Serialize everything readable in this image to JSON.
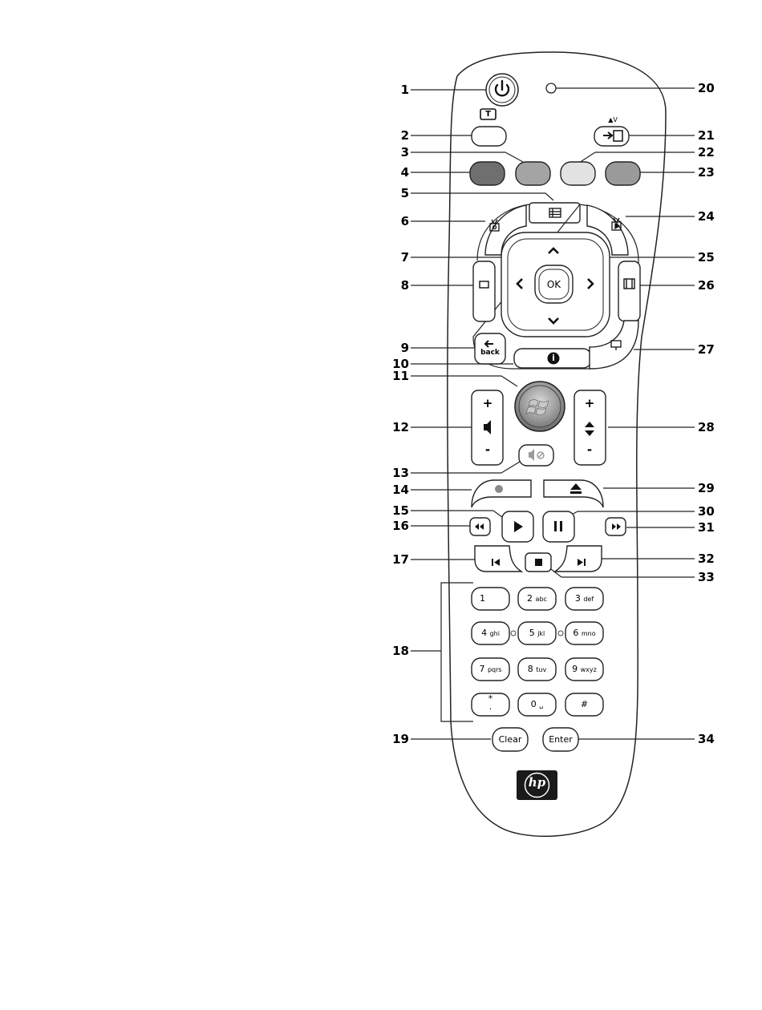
{
  "callouts_left": [
    "1",
    "2",
    "3",
    "4",
    "5",
    "6",
    "7",
    "8",
    "9",
    "10",
    "11",
    "12",
    "13",
    "14",
    "15",
    "16",
    "17",
    "18",
    "19"
  ],
  "callouts_right": [
    "20",
    "21",
    "22",
    "23",
    "24",
    "25",
    "26",
    "27",
    "28",
    "29",
    "30",
    "31",
    "32",
    "33",
    "34"
  ],
  "buttons": {
    "power_icon": "power-icon",
    "teletext_icon_text": "T",
    "aspect_label": "▲V",
    "guide_icon": "grid-icon",
    "ok_label": "OK",
    "back_label": "back",
    "info_label": "i",
    "vol_plus": "+",
    "vol_minus": "-",
    "ch_plus": "+",
    "ch_minus": "-",
    "keypad": [
      {
        "num": "1",
        "letters": ""
      },
      {
        "num": "2",
        "letters": "abc"
      },
      {
        "num": "3",
        "letters": "def"
      },
      {
        "num": "4",
        "letters": "ghi"
      },
      {
        "num": "5",
        "letters": "jkl"
      },
      {
        "num": "6",
        "letters": "mno"
      },
      {
        "num": "7",
        "letters": "pqrs"
      },
      {
        "num": "8",
        "letters": "tuv"
      },
      {
        "num": "9",
        "letters": "wxyz"
      },
      {
        "num": "*",
        "letters": "."
      },
      {
        "num": "0",
        "letters": "␣"
      },
      {
        "num": "#",
        "letters": ""
      }
    ],
    "clear_label": "Clear",
    "enter_label": "Enter"
  },
  "colors": {
    "red_button": "#6f6f6f",
    "green_button": "#a4a4a4",
    "yellow_button": "#e2e2e2",
    "blue_button": "#9a9a9a",
    "outline": "#222222"
  },
  "logo_text": "hp"
}
